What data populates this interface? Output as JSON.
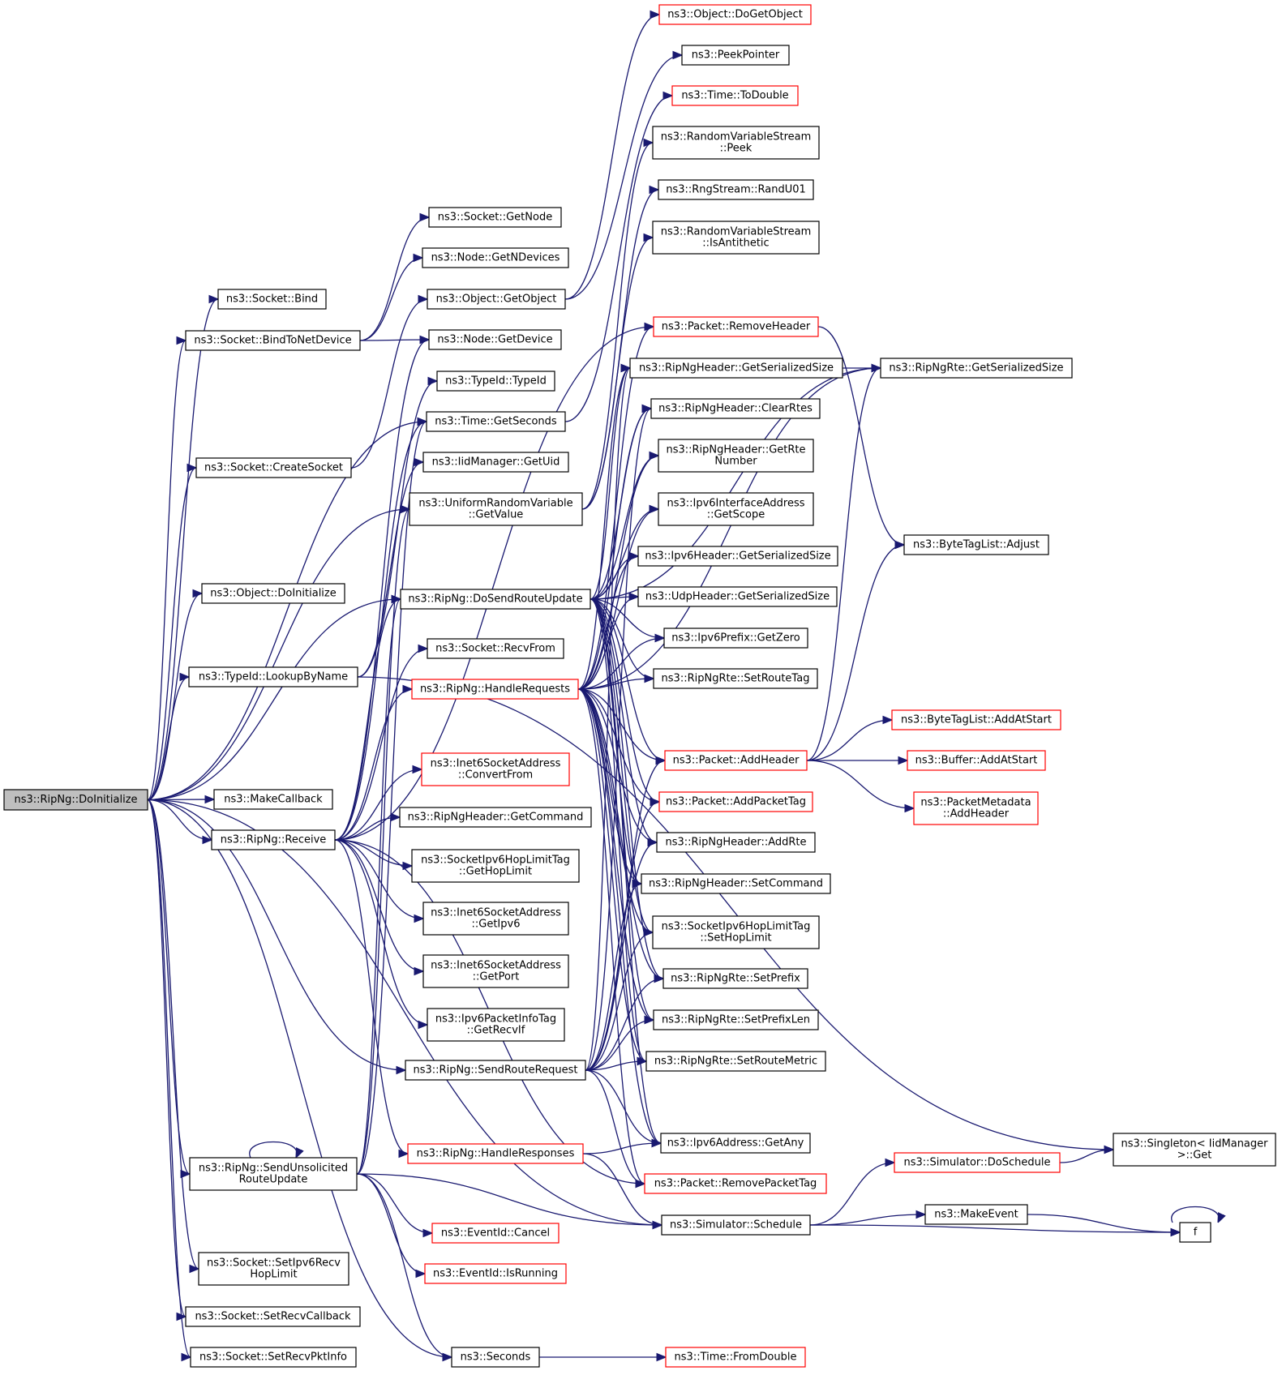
{
  "colors": {
    "edge": "#191970",
    "border_normal": "#000000",
    "border_highlight": "#ff0000",
    "root_fill": "#bfbfbf",
    "background": "#ffffff"
  },
  "nodes": {
    "root": {
      "lines": [
        "ns3::RipNg::DoInitialize"
      ],
      "style": "root"
    },
    "sockBind": {
      "lines": [
        "ns3::Socket::Bind"
      ],
      "style": "normal"
    },
    "bindToNetDevice": {
      "lines": [
        "ns3::Socket::BindToNetDevice"
      ],
      "style": "normal"
    },
    "createSocket": {
      "lines": [
        "ns3::Socket::CreateSocket"
      ],
      "style": "normal"
    },
    "objDoInit": {
      "lines": [
        "ns3::Object::DoInitialize"
      ],
      "style": "normal"
    },
    "lookupByName": {
      "lines": [
        "ns3::TypeId::LookupByName"
      ],
      "style": "normal"
    },
    "makeCallback": {
      "lines": [
        "ns3::MakeCallback"
      ],
      "style": "normal"
    },
    "receive": {
      "lines": [
        "ns3::RipNg::Receive"
      ],
      "style": "normal"
    },
    "sendUnsolicited": {
      "lines": [
        "ns3::RipNg::SendUnsolicited",
        "RouteUpdate"
      ],
      "style": "normal"
    },
    "setIpv6RecvHopLimit": {
      "lines": [
        "ns3::Socket::SetIpv6Recv",
        "HopLimit"
      ],
      "style": "normal"
    },
    "setRecvCallback": {
      "lines": [
        "ns3::Socket::SetRecvCallback"
      ],
      "style": "normal"
    },
    "setRecvPktInfo": {
      "lines": [
        "ns3::Socket::SetRecvPktInfo"
      ],
      "style": "normal"
    },
    "sockGetNode": {
      "lines": [
        "ns3::Socket::GetNode"
      ],
      "style": "normal"
    },
    "nodeGetNDevices": {
      "lines": [
        "ns3::Node::GetNDevices"
      ],
      "style": "normal"
    },
    "objGetObject": {
      "lines": [
        "ns3::Object::GetObject"
      ],
      "style": "normal"
    },
    "nodeGetDevice": {
      "lines": [
        "ns3::Node::GetDevice"
      ],
      "style": "normal"
    },
    "typeIdTypeId": {
      "lines": [
        "ns3::TypeId::TypeId"
      ],
      "style": "normal"
    },
    "timeGetSeconds": {
      "lines": [
        "ns3::Time::GetSeconds"
      ],
      "style": "normal"
    },
    "iidGetUid": {
      "lines": [
        "ns3::IidManager::GetUid"
      ],
      "style": "normal"
    },
    "uniformGetValue": {
      "lines": [
        "ns3::UniformRandomVariable",
        "::GetValue"
      ],
      "style": "normal"
    },
    "doSendRouteUpdate": {
      "lines": [
        "ns3::RipNg::DoSendRouteUpdate"
      ],
      "style": "normal"
    },
    "recvFrom": {
      "lines": [
        "ns3::Socket::RecvFrom"
      ],
      "style": "normal"
    },
    "handleRequests": {
      "lines": [
        "ns3::RipNg::HandleRequests"
      ],
      "style": "red"
    },
    "inet6ConvertFrom": {
      "lines": [
        "ns3::Inet6SocketAddress",
        "::ConvertFrom"
      ],
      "style": "red"
    },
    "ripHdrGetCommand": {
      "lines": [
        "ns3::RipNgHeader::GetCommand"
      ],
      "style": "normal"
    },
    "hopLimitGet": {
      "lines": [
        "ns3::SocketIpv6HopLimitTag",
        "::GetHopLimit"
      ],
      "style": "normal"
    },
    "inet6GetIpv6": {
      "lines": [
        "ns3::Inet6SocketAddress",
        "::GetIpv6"
      ],
      "style": "normal"
    },
    "inet6GetPort": {
      "lines": [
        "ns3::Inet6SocketAddress",
        "::GetPort"
      ],
      "style": "normal"
    },
    "pktInfoGetRecvIf": {
      "lines": [
        "ns3::Ipv6PacketInfoTag",
        "::GetRecvIf"
      ],
      "style": "normal"
    },
    "sendRouteRequest": {
      "lines": [
        "ns3::RipNg::SendRouteRequest"
      ],
      "style": "normal"
    },
    "handleResponses": {
      "lines": [
        "ns3::RipNg::HandleResponses"
      ],
      "style": "red"
    },
    "eventCancel": {
      "lines": [
        "ns3::EventId::Cancel"
      ],
      "style": "red"
    },
    "eventIsRunning": {
      "lines": [
        "ns3::EventId::IsRunning"
      ],
      "style": "red"
    },
    "seconds": {
      "lines": [
        "ns3::Seconds"
      ],
      "style": "normal"
    },
    "objDoGetObject": {
      "lines": [
        "ns3::Object::DoGetObject"
      ],
      "style": "red"
    },
    "peekPointer": {
      "lines": [
        "ns3::PeekPointer"
      ],
      "style": "normal"
    },
    "timeToDouble": {
      "lines": [
        "ns3::Time::ToDouble"
      ],
      "style": "red"
    },
    "rvsPeek": {
      "lines": [
        "ns3::RandomVariableStream",
        "::Peek"
      ],
      "style": "normal"
    },
    "rngRandU01": {
      "lines": [
        "ns3::RngStream::RandU01"
      ],
      "style": "normal"
    },
    "rvsIsAntithetic": {
      "lines": [
        "ns3::RandomVariableStream",
        "::IsAntithetic"
      ],
      "style": "normal"
    },
    "pktRemoveHeader": {
      "lines": [
        "ns3::Packet::RemoveHeader"
      ],
      "style": "red"
    },
    "ripHdrGetSerSize": {
      "lines": [
        "ns3::RipNgHeader::GetSerializedSize"
      ],
      "style": "normal"
    },
    "ripHdrClearRtes": {
      "lines": [
        "ns3::RipNgHeader::ClearRtes"
      ],
      "style": "normal"
    },
    "ripHdrGetRteNumber": {
      "lines": [
        "ns3::RipNgHeader::GetRte",
        "Number"
      ],
      "style": "normal"
    },
    "ipv6IfaceGetScope": {
      "lines": [
        "ns3::Ipv6InterfaceAddress",
        "::GetScope"
      ],
      "style": "normal"
    },
    "ipv6HdrGetSerSize": {
      "lines": [
        "ns3::Ipv6Header::GetSerializedSize"
      ],
      "style": "normal"
    },
    "udpHdrGetSerSize": {
      "lines": [
        "ns3::UdpHeader::GetSerializedSize"
      ],
      "style": "normal"
    },
    "ipv6PrefixGetZero": {
      "lines": [
        "ns3::Ipv6Prefix::GetZero"
      ],
      "style": "normal"
    },
    "rteSetRouteTag": {
      "lines": [
        "ns3::RipNgRte::SetRouteTag"
      ],
      "style": "normal"
    },
    "pktAddHeader": {
      "lines": [
        "ns3::Packet::AddHeader"
      ],
      "style": "red"
    },
    "pktAddPacketTag": {
      "lines": [
        "ns3::Packet::AddPacketTag"
      ],
      "style": "red"
    },
    "ripHdrAddRte": {
      "lines": [
        "ns3::RipNgHeader::AddRte"
      ],
      "style": "normal"
    },
    "ripHdrSetCommand": {
      "lines": [
        "ns3::RipNgHeader::SetCommand"
      ],
      "style": "normal"
    },
    "hopLimitSet": {
      "lines": [
        "ns3::SocketIpv6HopLimitTag",
        "::SetHopLimit"
      ],
      "style": "normal"
    },
    "rteSetPrefix": {
      "lines": [
        "ns3::RipNgRte::SetPrefix"
      ],
      "style": "normal"
    },
    "rteSetPrefixLen": {
      "lines": [
        "ns3::RipNgRte::SetPrefixLen"
      ],
      "style": "normal"
    },
    "rteSetRouteMetric": {
      "lines": [
        "ns3::RipNgRte::SetRouteMetric"
      ],
      "style": "normal"
    },
    "ipv6GetAny": {
      "lines": [
        "ns3::Ipv6Address::GetAny"
      ],
      "style": "normal"
    },
    "pktRemovePacketTag": {
      "lines": [
        "ns3::Packet::RemovePacketTag"
      ],
      "style": "red"
    },
    "simSchedule": {
      "lines": [
        "ns3::Simulator::Schedule"
      ],
      "style": "normal"
    },
    "timeFromDouble": {
      "lines": [
        "ns3::Time::FromDouble"
      ],
      "style": "red"
    },
    "rteGetSerSize": {
      "lines": [
        "ns3::RipNgRte::GetSerializedSize"
      ],
      "style": "normal"
    },
    "byteTagAdjust": {
      "lines": [
        "ns3::ByteTagList::Adjust"
      ],
      "style": "normal"
    },
    "byteTagAddAtStart": {
      "lines": [
        "ns3::ByteTagList::AddAtStart"
      ],
      "style": "red"
    },
    "bufferAddAtStart": {
      "lines": [
        "ns3::Buffer::AddAtStart"
      ],
      "style": "red"
    },
    "pktMetaAddHeader": {
      "lines": [
        "ns3::PacketMetadata",
        "::AddHeader"
      ],
      "style": "red"
    },
    "singletonGet": {
      "lines": [
        "ns3::Singleton< IidManager",
        ">::Get"
      ],
      "style": "normal"
    },
    "simDoSchedule": {
      "lines": [
        "ns3::Simulator::DoSchedule"
      ],
      "style": "red"
    },
    "makeEvent": {
      "lines": [
        "ns3::MakeEvent"
      ],
      "style": "normal"
    },
    "f": {
      "lines": [
        "f"
      ],
      "style": "normal"
    }
  },
  "edges": [
    [
      "root",
      "sockBind"
    ],
    [
      "root",
      "bindToNetDevice"
    ],
    [
      "root",
      "createSocket"
    ],
    [
      "root",
      "objDoInit"
    ],
    [
      "root",
      "lookupByName"
    ],
    [
      "root",
      "makeCallback"
    ],
    [
      "root",
      "receive"
    ],
    [
      "root",
      "sendUnsolicited"
    ],
    [
      "root",
      "setIpv6RecvHopLimit"
    ],
    [
      "root",
      "setRecvCallback"
    ],
    [
      "root",
      "setRecvPktInfo"
    ],
    [
      "root",
      "sendRouteRequest"
    ],
    [
      "root",
      "simSchedule"
    ],
    [
      "root",
      "seconds"
    ],
    [
      "root",
      "doSendRouteUpdate"
    ],
    [
      "root",
      "uniformGetValue"
    ],
    [
      "root",
      "timeGetSeconds"
    ],
    [
      "bindToNetDevice",
      "sockGetNode"
    ],
    [
      "bindToNetDevice",
      "nodeGetNDevices"
    ],
    [
      "bindToNetDevice",
      "nodeGetDevice"
    ],
    [
      "createSocket",
      "objGetObject"
    ],
    [
      "objGetObject",
      "objDoGetObject"
    ],
    [
      "objGetObject",
      "peekPointer"
    ],
    [
      "lookupByName",
      "typeIdTypeId"
    ],
    [
      "lookupByName",
      "iidGetUid"
    ],
    [
      "lookupByName",
      "singletonGet"
    ],
    [
      "uniformGetValue",
      "rvsPeek"
    ],
    [
      "uniformGetValue",
      "rngRandU01"
    ],
    [
      "uniformGetValue",
      "rvsIsAntithetic"
    ],
    [
      "timeGetSeconds",
      "timeToDouble"
    ],
    [
      "receive",
      "doSendRouteUpdate"
    ],
    [
      "receive",
      "recvFrom"
    ],
    [
      "receive",
      "handleRequests"
    ],
    [
      "receive",
      "inet6ConvertFrom"
    ],
    [
      "receive",
      "ripHdrGetCommand"
    ],
    [
      "receive",
      "hopLimitGet"
    ],
    [
      "receive",
      "inet6GetIpv6"
    ],
    [
      "receive",
      "inet6GetPort"
    ],
    [
      "receive",
      "pktInfoGetRecvIf"
    ],
    [
      "receive",
      "handleResponses"
    ],
    [
      "receive",
      "pktRemoveHeader"
    ],
    [
      "receive",
      "nodeGetDevice"
    ],
    [
      "receive",
      "timeGetSeconds"
    ],
    [
      "receive",
      "pktRemovePacketTag"
    ],
    [
      "sendUnsolicited",
      "sendUnsolicited"
    ],
    [
      "sendUnsolicited",
      "eventCancel"
    ],
    [
      "sendUnsolicited",
      "eventIsRunning"
    ],
    [
      "sendUnsolicited",
      "seconds"
    ],
    [
      "sendUnsolicited",
      "simSchedule"
    ],
    [
      "sendUnsolicited",
      "doSendRouteUpdate"
    ],
    [
      "sendUnsolicited",
      "uniformGetValue"
    ],
    [
      "sendUnsolicited",
      "timeGetSeconds"
    ],
    [
      "doSendRouteUpdate",
      "rteGetSerSize"
    ],
    [
      "doSendRouteUpdate",
      "ripHdrGetSerSize"
    ],
    [
      "doSendRouteUpdate",
      "ripHdrClearRtes"
    ],
    [
      "doSendRouteUpdate",
      "ripHdrGetRteNumber"
    ],
    [
      "doSendRouteUpdate",
      "ipv6IfaceGetScope"
    ],
    [
      "doSendRouteUpdate",
      "ipv6HdrGetSerSize"
    ],
    [
      "doSendRouteUpdate",
      "udpHdrGetSerSize"
    ],
    [
      "doSendRouteUpdate",
      "ipv6PrefixGetZero"
    ],
    [
      "doSendRouteUpdate",
      "rteSetRouteTag"
    ],
    [
      "doSendRouteUpdate",
      "pktAddHeader"
    ],
    [
      "doSendRouteUpdate",
      "pktAddPacketTag"
    ],
    [
      "doSendRouteUpdate",
      "ripHdrAddRte"
    ],
    [
      "doSendRouteUpdate",
      "ripHdrSetCommand"
    ],
    [
      "doSendRouteUpdate",
      "hopLimitSet"
    ],
    [
      "doSendRouteUpdate",
      "rteSetPrefix"
    ],
    [
      "doSendRouteUpdate",
      "rteSetPrefixLen"
    ],
    [
      "doSendRouteUpdate",
      "rteSetRouteMetric"
    ],
    [
      "doSendRouteUpdate",
      "ipv6GetAny"
    ],
    [
      "handleRequests",
      "pktRemoveHeader"
    ],
    [
      "handleRequests",
      "ripHdrGetSerSize"
    ],
    [
      "handleRequests",
      "ripHdrClearRtes"
    ],
    [
      "handleRequests",
      "ripHdrGetRteNumber"
    ],
    [
      "handleRequests",
      "ipv6IfaceGetScope"
    ],
    [
      "handleRequests",
      "ipv6HdrGetSerSize"
    ],
    [
      "handleRequests",
      "udpHdrGetSerSize"
    ],
    [
      "handleRequests",
      "ipv6PrefixGetZero"
    ],
    [
      "handleRequests",
      "rteSetRouteTag"
    ],
    [
      "handleRequests",
      "pktAddHeader"
    ],
    [
      "handleRequests",
      "pktAddPacketTag"
    ],
    [
      "handleRequests",
      "ripHdrAddRte"
    ],
    [
      "handleRequests",
      "ripHdrSetCommand"
    ],
    [
      "handleRequests",
      "hopLimitSet"
    ],
    [
      "handleRequests",
      "rteSetPrefix"
    ],
    [
      "handleRequests",
      "rteSetPrefixLen"
    ],
    [
      "handleRequests",
      "rteSetRouteMetric"
    ],
    [
      "handleRequests",
      "ipv6GetAny"
    ],
    [
      "handleRequests",
      "rteGetSerSize"
    ],
    [
      "handleRequests",
      "pktRemovePacketTag"
    ],
    [
      "sendRouteRequest",
      "pktAddHeader"
    ],
    [
      "sendRouteRequest",
      "pktAddPacketTag"
    ],
    [
      "sendRouteRequest",
      "ripHdrAddRte"
    ],
    [
      "sendRouteRequest",
      "ripHdrSetCommand"
    ],
    [
      "sendRouteRequest",
      "hopLimitSet"
    ],
    [
      "sendRouteRequest",
      "rteSetPrefix"
    ],
    [
      "sendRouteRequest",
      "rteSetPrefixLen"
    ],
    [
      "sendRouteRequest",
      "rteSetRouteMetric"
    ],
    [
      "sendRouteRequest",
      "ipv6GetAny"
    ],
    [
      "sendRouteRequest",
      "pktRemovePacketTag"
    ],
    [
      "sendRouteRequest",
      "ripHdrGetSerSize"
    ],
    [
      "sendRouteRequest",
      "ripHdrClearRtes"
    ],
    [
      "handleResponses",
      "ipv6GetAny"
    ],
    [
      "handleResponses",
      "simSchedule"
    ],
    [
      "pktRemoveHeader",
      "byteTagAdjust"
    ],
    [
      "ripHdrGetSerSize",
      "rteGetSerSize"
    ],
    [
      "pktAddHeader",
      "byteTagAdjust"
    ],
    [
      "pktAddHeader",
      "byteTagAddAtStart"
    ],
    [
      "pktAddHeader",
      "bufferAddAtStart"
    ],
    [
      "pktAddHeader",
      "pktMetaAddHeader"
    ],
    [
      "pktAddHeader",
      "rteGetSerSize"
    ],
    [
      "simSchedule",
      "simDoSchedule"
    ],
    [
      "simSchedule",
      "makeEvent"
    ],
    [
      "simSchedule",
      "f"
    ],
    [
      "simDoSchedule",
      "singletonGet"
    ],
    [
      "makeEvent",
      "f"
    ],
    [
      "f",
      "f"
    ],
    [
      "seconds",
      "timeFromDouble"
    ]
  ]
}
